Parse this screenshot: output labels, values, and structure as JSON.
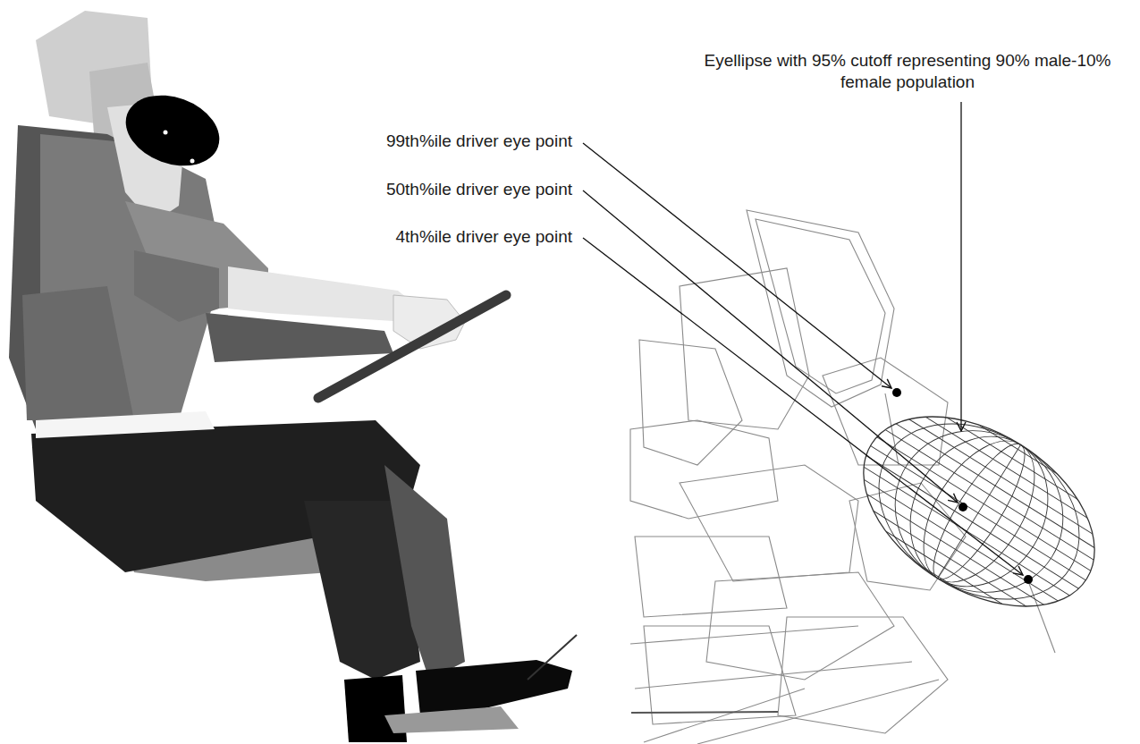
{
  "diagram": {
    "labels": [
      "99th%ile driver eye point",
      "50th%ile driver eye point",
      "4th%ile driver eye point",
      "Eyellipse with 95% cutoff representing 90% male-10% female population"
    ]
  }
}
